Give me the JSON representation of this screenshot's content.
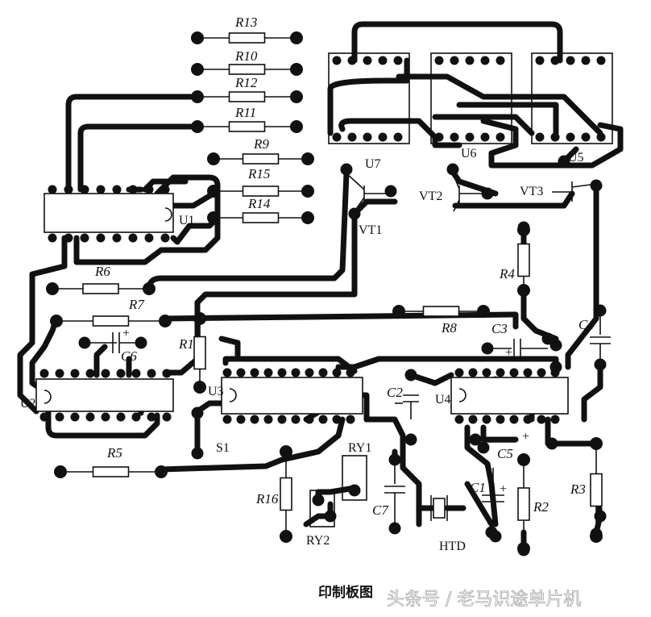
{
  "labels": {
    "R13": "R13",
    "R10": "R10",
    "R12": "R12",
    "R11": "R11",
    "R9": "R9",
    "R15": "R15",
    "R14": "R14",
    "R6": "R6",
    "R7": "R7",
    "R8": "R8",
    "R1": "R1",
    "R4": "R4",
    "R5": "R5",
    "R16": "R16",
    "R2": "R2",
    "R3": "R3",
    "C6": "C6",
    "C2": "C2",
    "C3": "C3",
    "C4": "C4",
    "C5": "C5",
    "C1": "C1",
    "C7": "C7",
    "U1": "U1",
    "U2": "U2",
    "U3": "U3",
    "U4": "U4",
    "U5": "U5",
    "U6": "U6",
    "U7": "U7",
    "VT1": "VT1",
    "VT2": "VT2",
    "VT3": "VT3",
    "S1": "S1",
    "RY1": "RY1",
    "RY2": "RY2",
    "HTD": "HTD",
    "plus": "+"
  },
  "caption": "印制板图",
  "watermark": "头条号 / 老马识途单片机"
}
